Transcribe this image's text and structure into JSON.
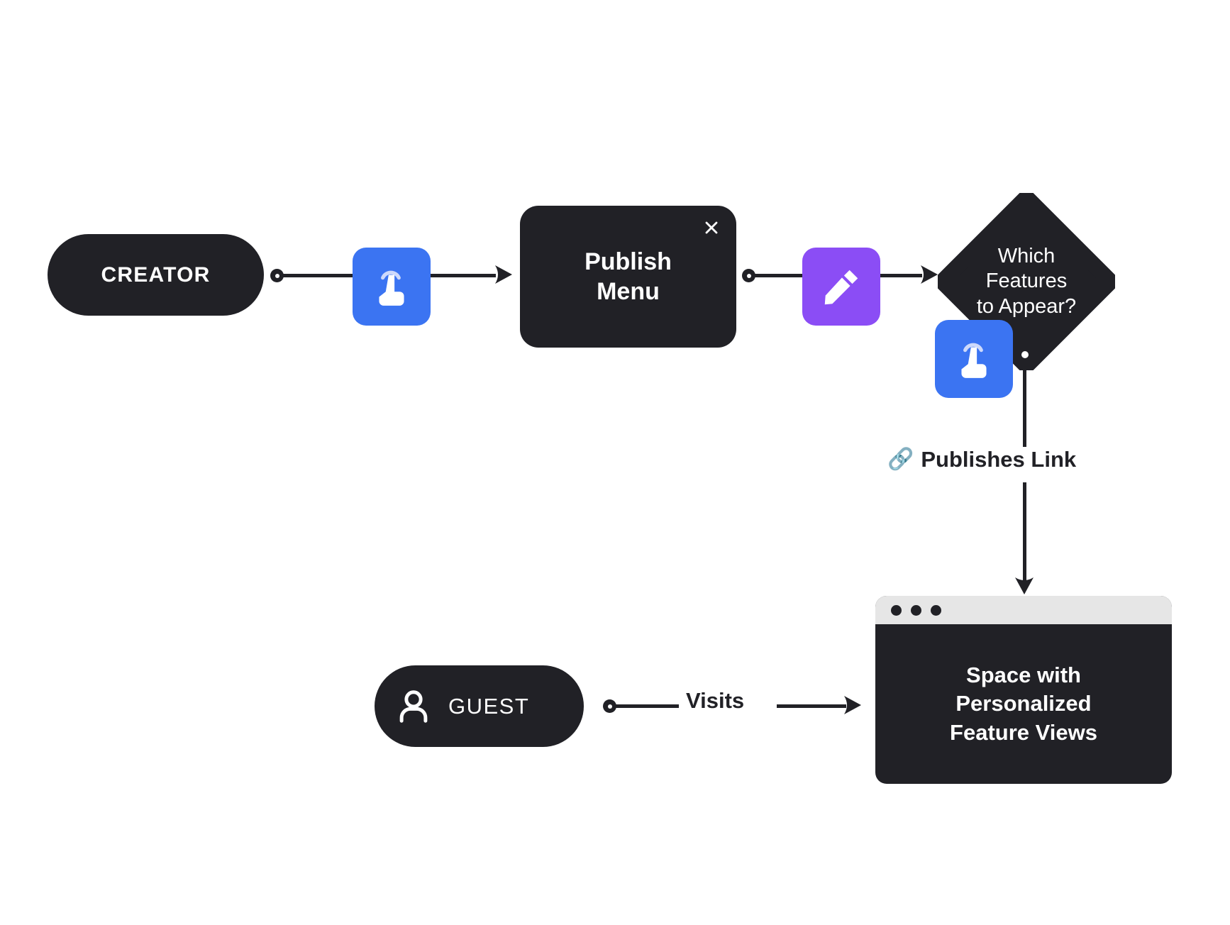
{
  "diagram": {
    "type": "flowchart",
    "background_color": "#ffffff",
    "node_color": "#212126",
    "accent_blue": "#3b74f2",
    "accent_purple": "#8b4df5",
    "titlebar_color": "#e6e6e6",
    "text_on_dark": "#ffffff"
  },
  "nodes": {
    "creator": {
      "label": "CREATOR",
      "shape": "pill"
    },
    "guest": {
      "label": "GUEST",
      "shape": "pill",
      "icon": "person-icon"
    },
    "publish_menu": {
      "label": "Publish\nMenu",
      "shape": "rounded-rect",
      "close_icon": "×"
    },
    "decision": {
      "label": "Which\nFeatures\nto Appear?",
      "shape": "diamond"
    },
    "browser": {
      "label": "Space with\nPersonalized\nFeature Views",
      "shape": "browser-window",
      "dot_count": 3
    }
  },
  "icons": {
    "tap_1": {
      "name": "tap-icon",
      "color": "#3b74f2"
    },
    "pencil_1": {
      "name": "pencil-icon",
      "color": "#8b4df5"
    },
    "tap_2": {
      "name": "tap-icon",
      "color": "#3b74f2"
    }
  },
  "edges": {
    "publishes_link": {
      "label": "Publishes Link",
      "emoji": "🔗"
    },
    "visits": {
      "label": "Visits"
    }
  }
}
